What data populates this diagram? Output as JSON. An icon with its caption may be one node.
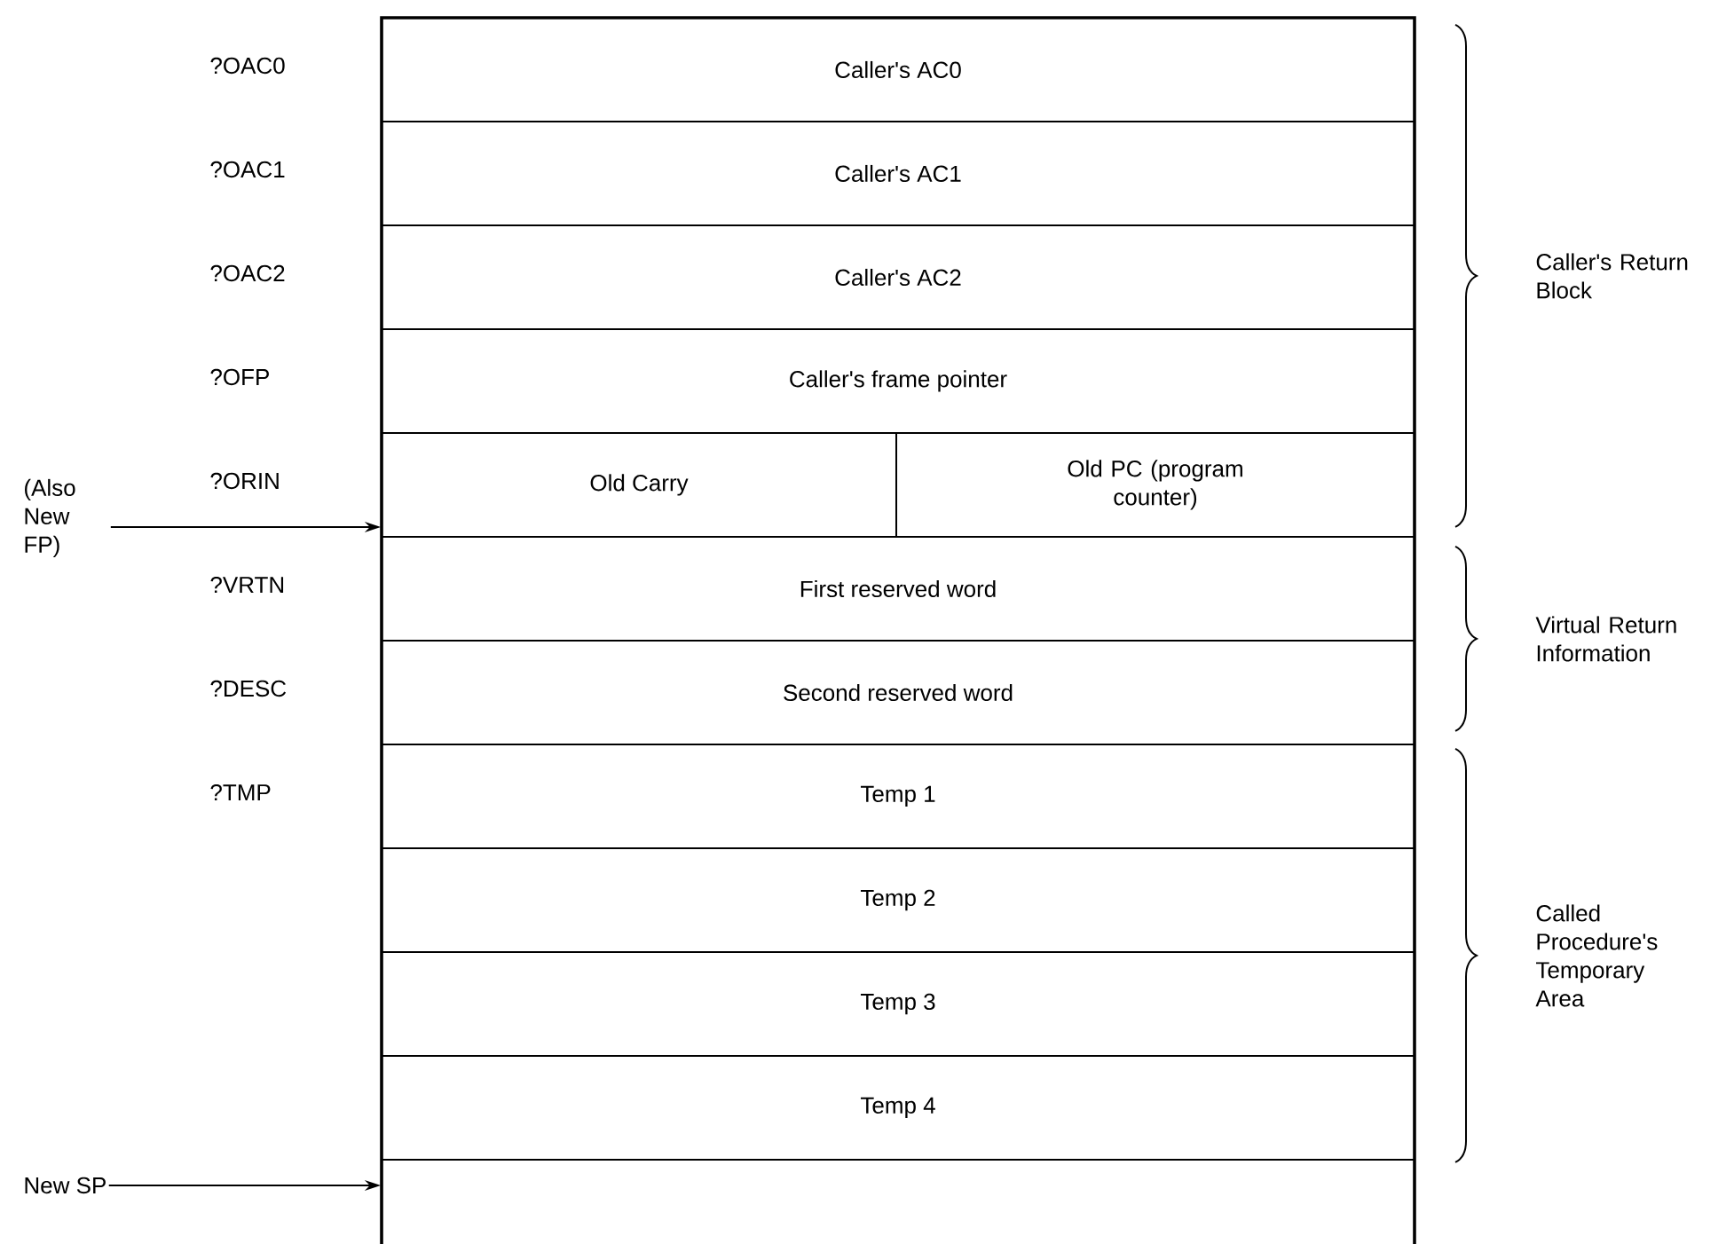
{
  "diagram": {
    "nodes": [
      {
        "text": [
          "Caller's AC0"
        ]
      },
      {
        "text": [
          "Caller's AC1"
        ]
      },
      {
        "text": [
          "Caller's AC2"
        ]
      },
      {
        "text": [
          "Caller's frame pointer"
        ]
      },
      {
        "text": [
          "Old Carry"
        ]
      },
      {
        "text": [
          "Old PC (program counter)"
        ]
      },
      {
        "text": [
          "First reserved word"
        ]
      },
      {
        "text": [
          "Second reserved word"
        ]
      },
      {
        "text": [
          "Temp 1"
        ]
      },
      {
        "text": [
          "Temp 2"
        ]
      },
      {
        "text": [
          "Temp 3"
        ]
      },
      {
        "text": [
          "Temp 4"
        ]
      },
      {
        "text": [],
        "shape": "box"
      },
      {
        "text": [
          "(Also New FP)"
        ]
      },
      {
        "text": [
          "New SP"
        ]
      }
    ],
    "edges": [
      {
        "from": 13,
        "to": 6,
        "arrow": "to"
      },
      {
        "from": 14,
        "to": 12,
        "arrow": "to"
      }
    ],
    "labels": [
      "?OAC0",
      "?OAC1",
      "?OAC2",
      "?OFP",
      "?ORIN",
      "?VRTN",
      "?DESC",
      "?TMP",
      "Caller's Return Block",
      "Virtual Return Information",
      "Called Procedure's Temporary Area"
    ]
  }
}
